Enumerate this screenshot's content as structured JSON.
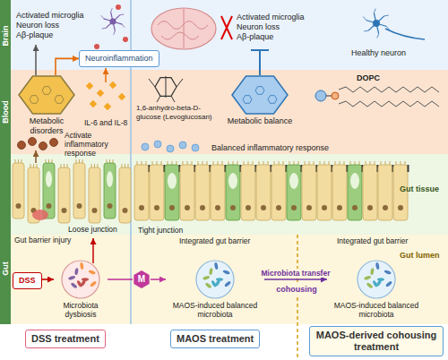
{
  "diagram": {
    "nodes": [
      {
        "text": [
          "Neuroinflammation"
        ]
      },
      {
        "text": [
          "Metabolic disorders"
        ]
      },
      {
        "text": [
          "Metabolic balance"
        ]
      },
      {
        "text": [
          "DSS"
        ]
      },
      {
        "text": [
          "Microbiota dysbiosis"
        ]
      },
      {
        "text": [
          "M"
        ]
      },
      {
        "text": [
          "MAOS-induced balanced microbiota"
        ]
      },
      {
        "text": [
          "MAOS-induced balanced microbiota"
        ]
      },
      {
        "text": [
          "DSS treatment"
        ]
      },
      {
        "text": [
          "MAOS treatment"
        ]
      },
      {
        "text": [
          "MAOS-derived cohousing treatment"
        ]
      }
    ],
    "edges": [
      {
        "from": 1,
        "to": 0,
        "arrow": "to"
      },
      {
        "from": 3,
        "to": 4,
        "arrow": "to"
      },
      {
        "from": 4,
        "to": 5,
        "arrow": "none"
      },
      {
        "from": 5,
        "to": 6,
        "arrow": "to"
      },
      {
        "from": 6,
        "to": 7,
        "arrow": "to",
        "label": "Microbiota transfer"
      }
    ],
    "labels": [
      "Brain",
      "Blood",
      "Gut",
      "Activated microglia",
      "Neuron loss",
      "Aβ-plaque",
      "IL-6 and IL-8",
      "Activate inflammatory response",
      "Loose junction",
      "Gut barrier injury",
      "Activated microglia",
      "Neuron loss",
      "Aβ-plaque",
      "Healthy neuron",
      "1,6-anhydro-beta-D-glucose (Levoglucosan)",
      "DOPC",
      "Balanced inflammatory response",
      "Tight junction",
      "Integrated gut barrier",
      "Integrated gut barrier",
      "Gut tissue",
      "Gut lumen",
      "cohousing"
    ]
  }
}
